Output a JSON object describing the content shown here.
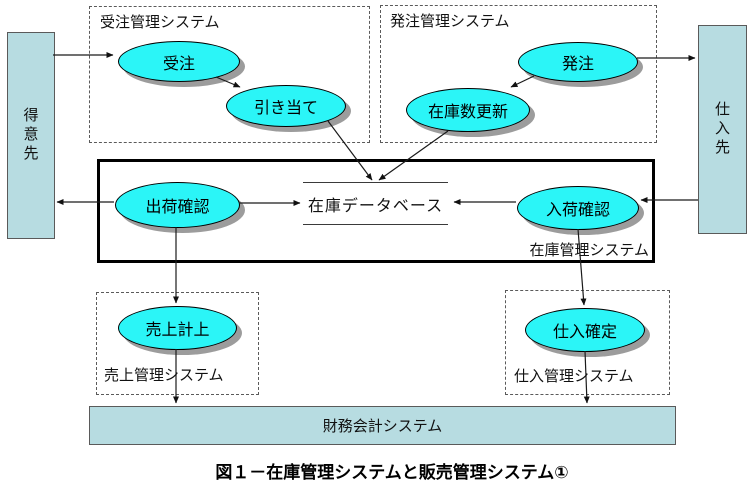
{
  "colors": {
    "process_fill": "#2BF5F7",
    "entity_fill": "#B7DCE1",
    "shadow": "#9C9C9C",
    "line_gray": "#5A5A5A"
  },
  "entities": {
    "customer": "得意先",
    "supplier": "仕入先"
  },
  "order_system": {
    "label": "受注管理システム",
    "order": "受注",
    "allocate": "引き当て"
  },
  "po_system": {
    "label": "発注管理システム",
    "place_order": "発注",
    "update_stock": "在庫数更新"
  },
  "inventory_system": {
    "label": "在庫管理システム",
    "ship_check": "出荷確認",
    "receive_check": "入荷確認",
    "datastore": "在庫データベース"
  },
  "sales_system": {
    "label": "売上管理システム",
    "record_sales": "売上計上"
  },
  "purchase_system": {
    "label": "仕入管理システム",
    "confirm_purchase": "仕入確定"
  },
  "finance_system": {
    "label": "財務会計システム"
  },
  "caption": "図１－在庫管理システムと販売管理システム①"
}
